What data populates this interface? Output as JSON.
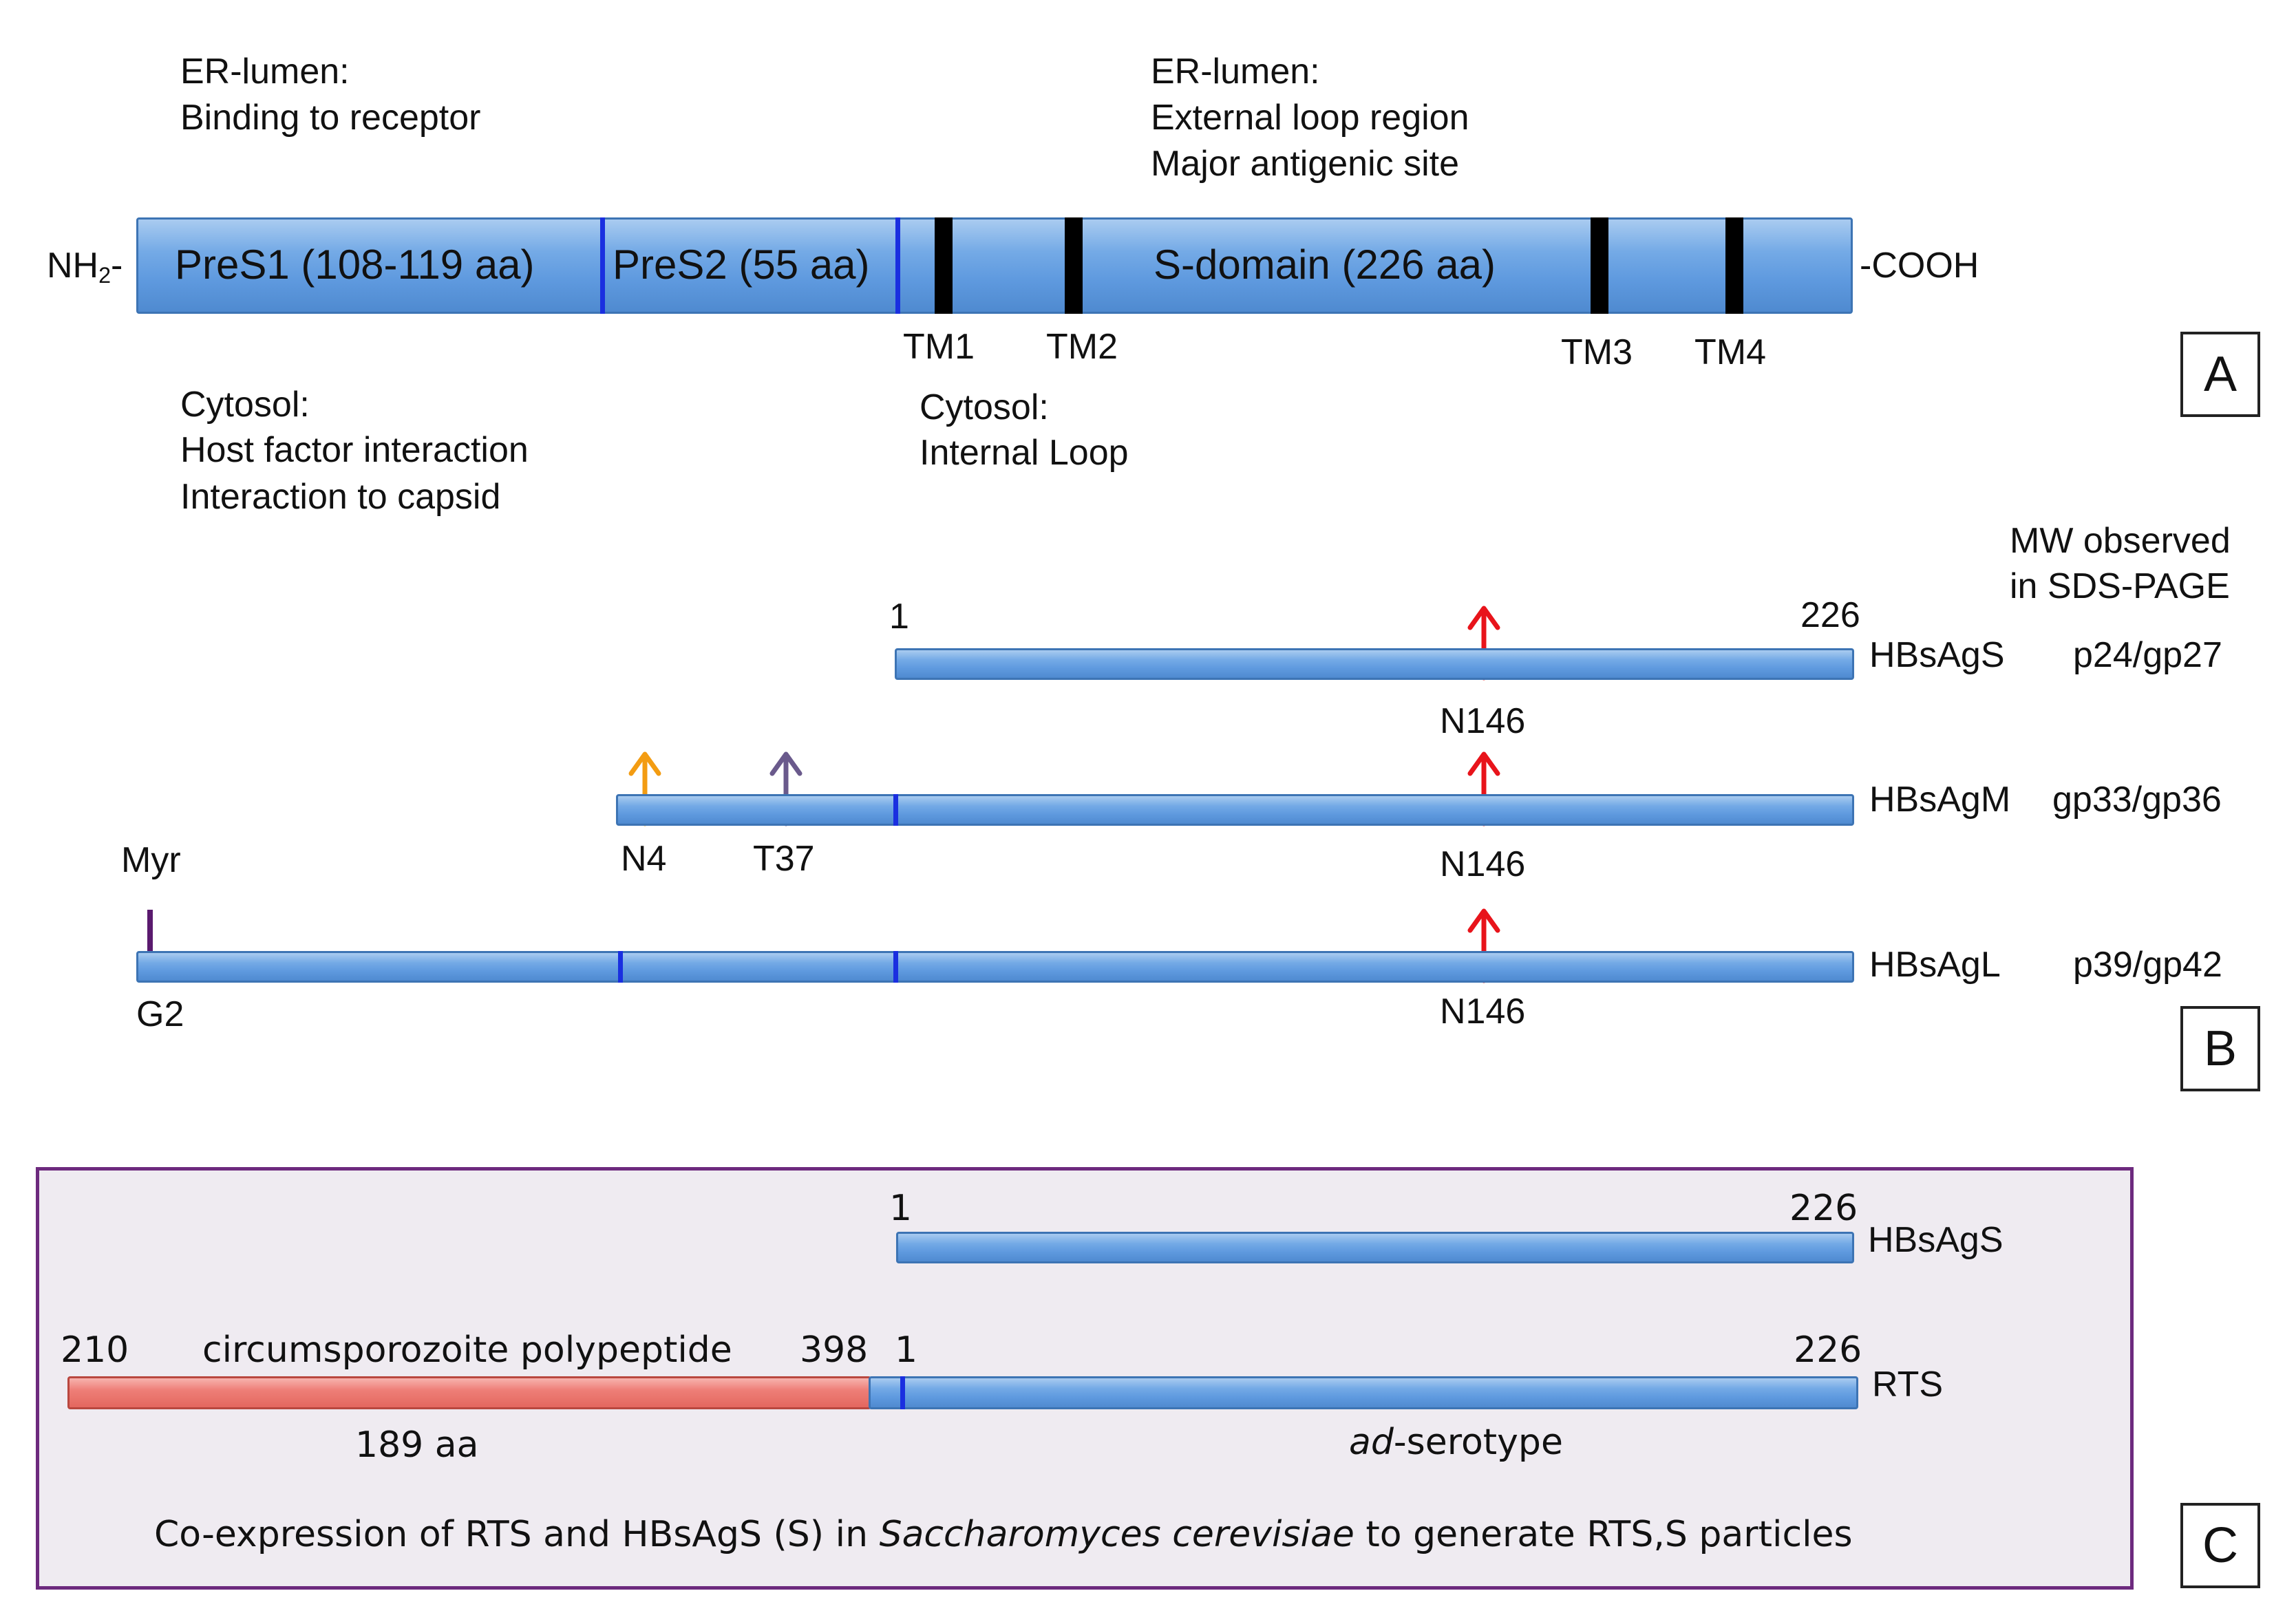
{
  "panel_a": {
    "er_lumen_left": [
      "ER-lumen:",
      "Binding to receptor"
    ],
    "er_lumen_right": [
      "ER-lumen:",
      "External loop region",
      "Major antigenic site"
    ],
    "nh2_label": "NH",
    "nh2_sub": "2",
    "nh2_dash": "-",
    "cooh_label": "-COOH",
    "domains": [
      "PreS1 (108-119 aa)",
      "PreS2 (55 aa)",
      "S-domain (226 aa)"
    ],
    "tm_labels": [
      "TM1",
      "TM2",
      "TM3",
      "TM4"
    ],
    "cytosol_left": [
      "Cytosol:",
      "Host factor interaction",
      "Interaction to capsid"
    ],
    "cytosol_right": [
      "Cytosol:",
      "Internal Loop"
    ],
    "panel_letter": "A"
  },
  "panel_b": {
    "mw_header": [
      "MW observed",
      "in SDS-PAGE"
    ],
    "start_label": "1",
    "end_label": "226",
    "proteins": [
      {
        "name": "HBsAgS",
        "mw": "p24/gp27"
      },
      {
        "name": "HBsAgM",
        "mw": "gp33/gp36"
      },
      {
        "name": "HBsAgL",
        "mw": "p39/gp42"
      }
    ],
    "site_n146": "N146",
    "site_n4": "N4",
    "site_t37": "T37",
    "site_myr": "Myr",
    "site_g2": "G2",
    "panel_letter": "B"
  },
  "panel_c": {
    "hbsags_name": "HBsAgS",
    "hbsags_start": "1",
    "hbsags_end": "226",
    "rts_name": "RTS",
    "cs_start": "210",
    "cs_label": "circumsporozoite polypeptide",
    "cs_end": "398",
    "rts_s_start": "1",
    "rts_end": "226",
    "cs_length": "189 aa",
    "serotype_italic": "ad",
    "serotype_rest": "-serotype",
    "caption_part1": "Co-expression of RTS and HBsAgS (S) in ",
    "caption_italic": "Saccharomyces cerevisiae",
    "caption_part2": " to generate RTS,S particles",
    "panel_letter": "C"
  },
  "colors": {
    "bar_blue": "#5f9adf",
    "bar_red": "#e4675f",
    "divider_blue": "#1a2fe0",
    "n146_arrow": "#e8141b",
    "n4_arrow": "#f39c12",
    "t37_arrow": "#6a5a8c",
    "myr_mark": "#5a1a6e",
    "panel_c_border": "#6d2a7e"
  }
}
